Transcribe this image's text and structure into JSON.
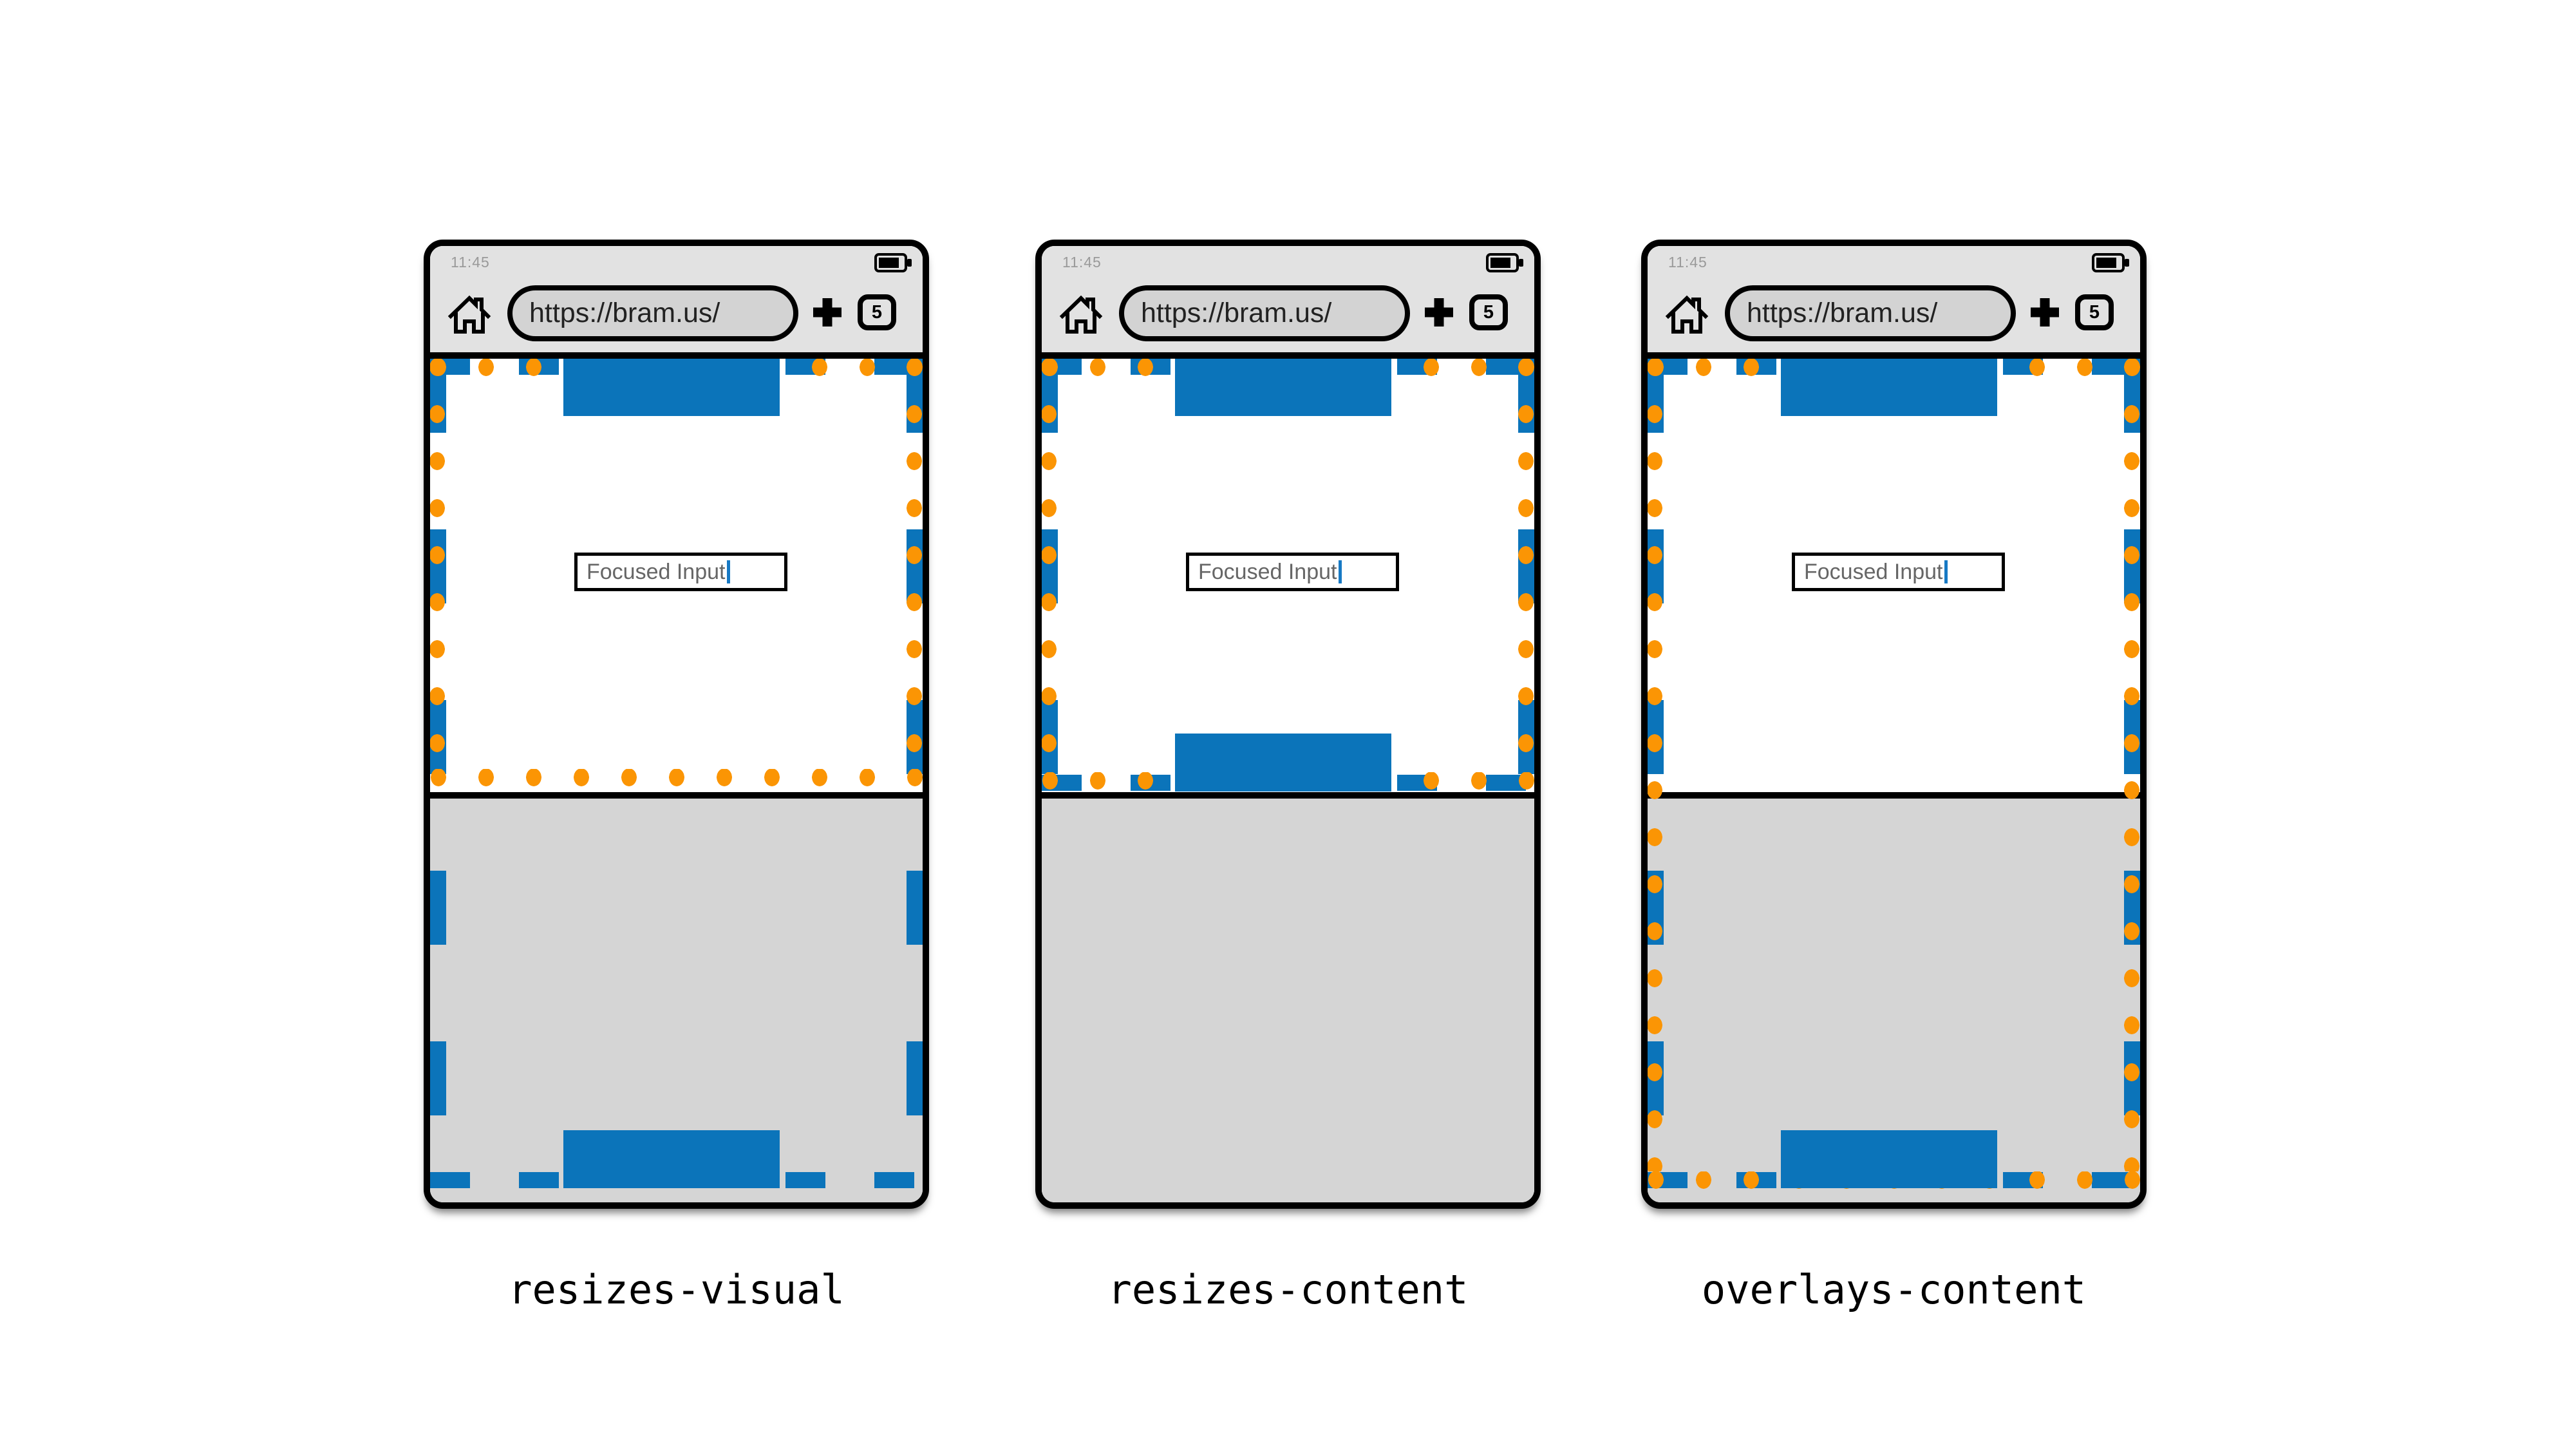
{
  "title": "Virtual keyboard viewport behavior diagram",
  "colors": {
    "viewport_blue": "#0b74ba",
    "dot_orange": "#fb9504",
    "chrome_gray": "#e2e2e2",
    "keyboard_gray": "#d5d5d5",
    "urlbar_gray": "#d3d3d3",
    "caret_blue": "#1779c4",
    "time_gray": "#9a9a9a",
    "frame_black": "#000000"
  },
  "browser": {
    "status_time": "11:45",
    "url": "https://bram.us/",
    "tab_count": "5",
    "icons": {
      "home": "home-icon",
      "new_tab": "plus-icon",
      "tab_counter": "tab-counter-button",
      "battery": "battery-full-icon"
    }
  },
  "page": {
    "focused_input_value": "Focused Input"
  },
  "phones": [
    {
      "mode": "resizes-visual",
      "label": "resizes-visual"
    },
    {
      "mode": "resizes-content",
      "label": "resizes-content"
    },
    {
      "mode": "overlays-content",
      "label": "overlays-content"
    }
  ]
}
